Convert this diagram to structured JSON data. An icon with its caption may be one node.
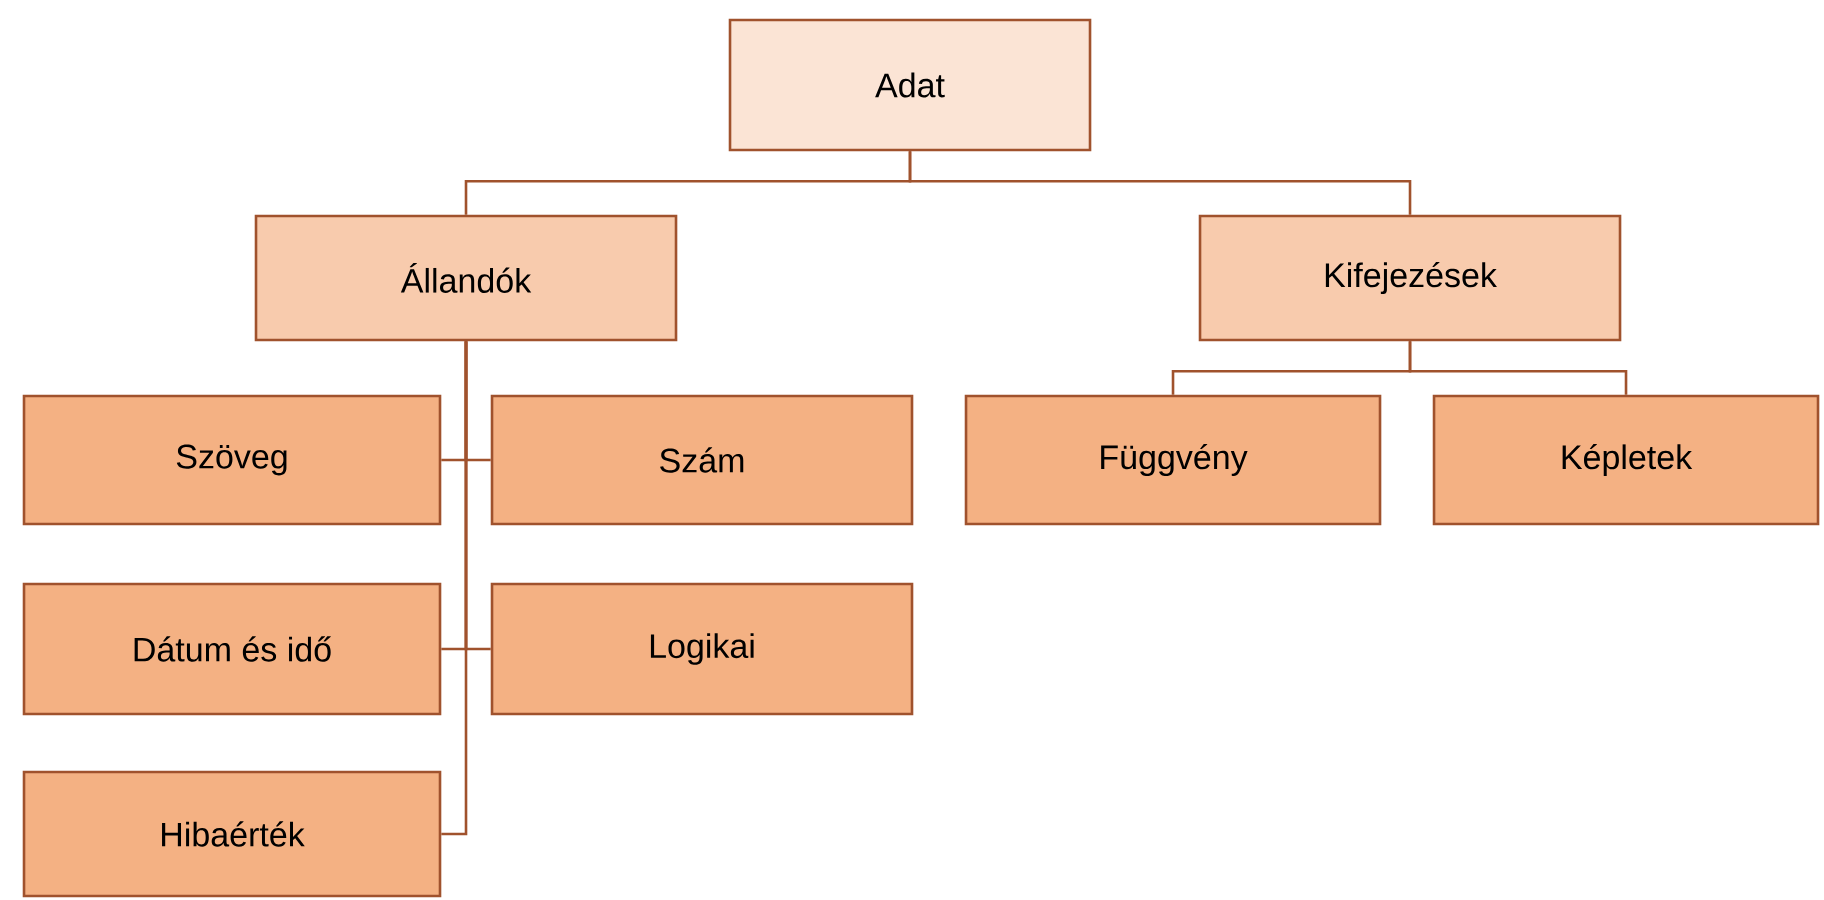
{
  "diagram": {
    "nodes": [
      {
        "text": [
          "Adat"
        ]
      },
      {
        "text": [
          "Állandók"
        ]
      },
      {
        "text": [
          "Kifejezések"
        ]
      },
      {
        "text": [
          "Szöveg"
        ]
      },
      {
        "text": [
          "Szám"
        ]
      },
      {
        "text": [
          "Dátum és idő"
        ]
      },
      {
        "text": [
          "Logikai"
        ]
      },
      {
        "text": [
          "Hibaérték"
        ]
      },
      {
        "text": [
          "Függvény"
        ]
      },
      {
        "text": [
          "Képletek"
        ]
      }
    ],
    "edges": [
      {
        "from": 0,
        "to": 1,
        "arrow": "none"
      },
      {
        "from": 0,
        "to": 2,
        "arrow": "none"
      },
      {
        "from": 1,
        "to": 3,
        "arrow": "none"
      },
      {
        "from": 1,
        "to": 4,
        "arrow": "none"
      },
      {
        "from": 1,
        "to": 5,
        "arrow": "none"
      },
      {
        "from": 1,
        "to": 6,
        "arrow": "none"
      },
      {
        "from": 1,
        "to": 7,
        "arrow": "none"
      },
      {
        "from": 2,
        "to": 8,
        "arrow": "none"
      },
      {
        "from": 2,
        "to": 9,
        "arrow": "none"
      }
    ]
  }
}
